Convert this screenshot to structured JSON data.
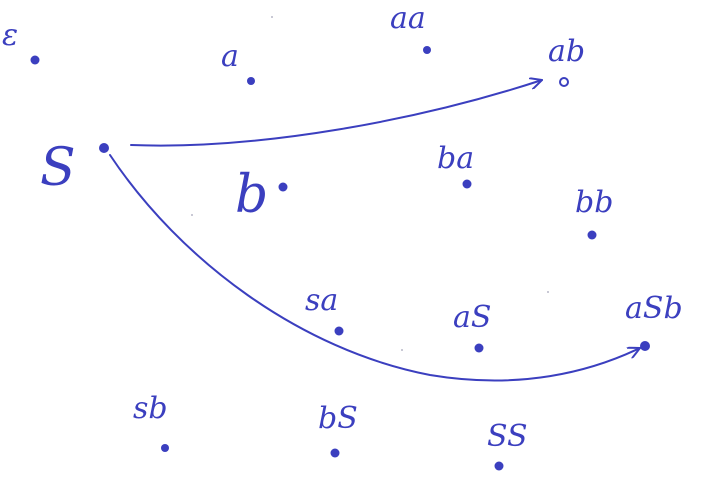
{
  "diagram": {
    "color": "#3b3fbf",
    "nodes": [
      {
        "id": "epsilon",
        "label": "ε"
      },
      {
        "id": "a",
        "label": "a"
      },
      {
        "id": "aa",
        "label": "aa"
      },
      {
        "id": "ab",
        "label": "ab"
      },
      {
        "id": "S",
        "label": "S"
      },
      {
        "id": "b",
        "label": "b"
      },
      {
        "id": "ba",
        "label": "ba"
      },
      {
        "id": "bb",
        "label": "bb"
      },
      {
        "id": "sa",
        "label": "sa"
      },
      {
        "id": "aS",
        "label": "aS"
      },
      {
        "id": "aSb",
        "label": "aSb"
      },
      {
        "id": "sb",
        "label": "sb"
      },
      {
        "id": "bS",
        "label": "bS"
      },
      {
        "id": "SS",
        "label": "SS"
      }
    ],
    "edges": [
      {
        "from": "S",
        "to": "ab"
      },
      {
        "from": "S",
        "to": "aSb"
      }
    ]
  }
}
